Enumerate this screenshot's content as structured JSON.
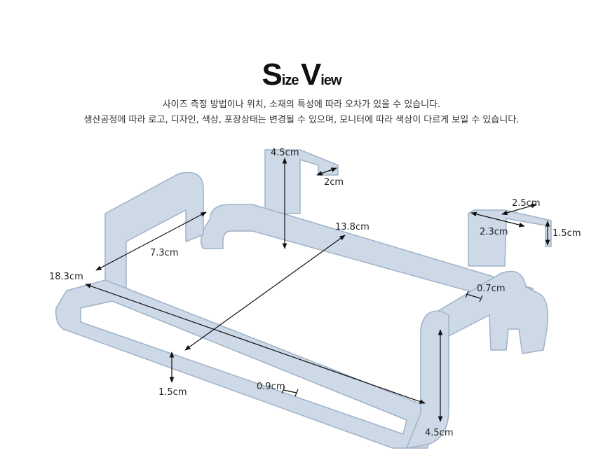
{
  "title": {
    "first_cap": "S",
    "first_rest": "ize",
    "second_cap": "V",
    "second_rest": "iew"
  },
  "notes": [
    "사이즈 측정 방법이나 위치, 소재의 특성에 따라 오차가 있을 수 있습니다.",
    "생산공정에 따라 로고, 디자인, 색상, 포장상태는 변경될 수 있으며, 모니터에 따라 색상이 다르게 보일 수 있습니다."
  ],
  "dimensions": {
    "hook_left_height": "4.5cm",
    "hook_left_depth": "2cm",
    "hook_right_width": "2.5cm",
    "hook_right_depth": "2.3cm",
    "hook_right_height": "1.5cm",
    "inner_width": "7.3cm",
    "diagonal": "13.8cm",
    "outer_length": "18.3cm",
    "bar_thickness_right": "0.7cm",
    "base_height": "1.5cm",
    "bar_thickness_front": "0.9cm",
    "front_height": "4.5cm"
  },
  "colors": {
    "product_fill": "#cdd9e6",
    "product_stroke": "#9fb2c7",
    "arrow": "#111111"
  }
}
